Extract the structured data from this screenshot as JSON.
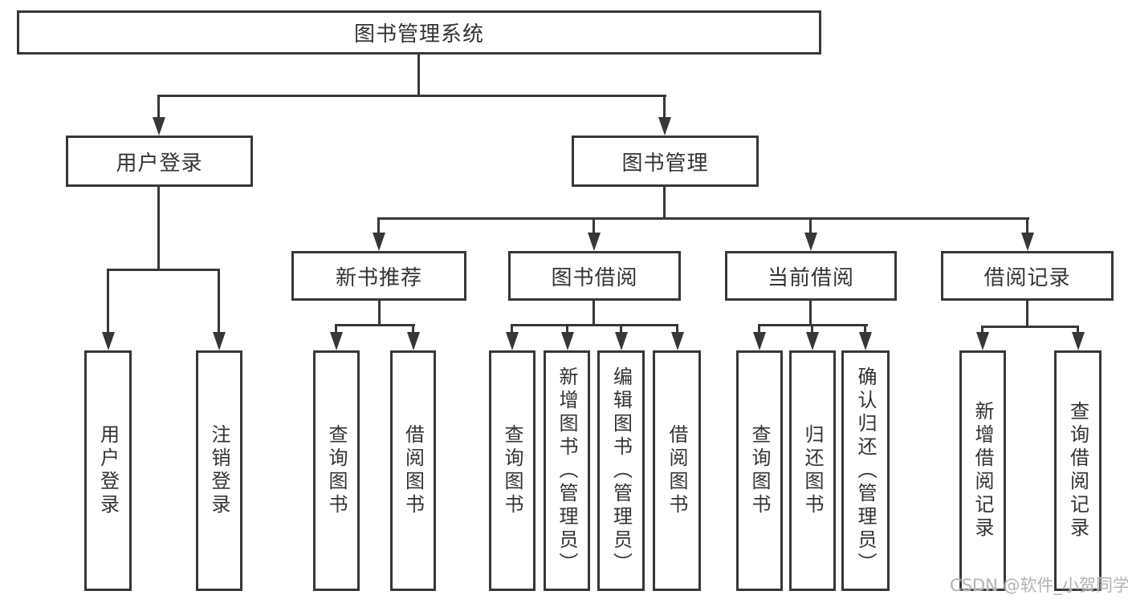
{
  "nodes": {
    "root": {
      "label": "图书管理系统"
    },
    "login": {
      "label": "用户登录"
    },
    "mgmt": {
      "label": "图书管理"
    },
    "newbook": {
      "label": "新书推荐"
    },
    "borrow": {
      "label": "图书借阅"
    },
    "current": {
      "label": "当前借阅"
    },
    "records": {
      "label": "借阅记录"
    },
    "login_user": {
      "label": "用户登录"
    },
    "login_logout": {
      "label": "注销登录"
    },
    "newbook_query": {
      "label": "查询图书"
    },
    "newbook_borrow": {
      "label": "借阅图书"
    },
    "borrow_query": {
      "label": "查询图书"
    },
    "borrow_add": {
      "label": "新增图书（管理员）"
    },
    "borrow_edit": {
      "label": "编辑图书（管理员）"
    },
    "borrow_lend": {
      "label": "借阅图书"
    },
    "current_query": {
      "label": "查询图书"
    },
    "current_return": {
      "label": "归还图书"
    },
    "current_confirm": {
      "label": "确认归还（管理员）"
    },
    "records_add": {
      "label": "新增借阅记录"
    },
    "records_query": {
      "label": "查询借阅记录"
    }
  },
  "watermark": "CSDN @软件_小贺同学",
  "colors": {
    "line": "#373737",
    "text": "#333333",
    "watermark": "#b3b3b3"
  }
}
